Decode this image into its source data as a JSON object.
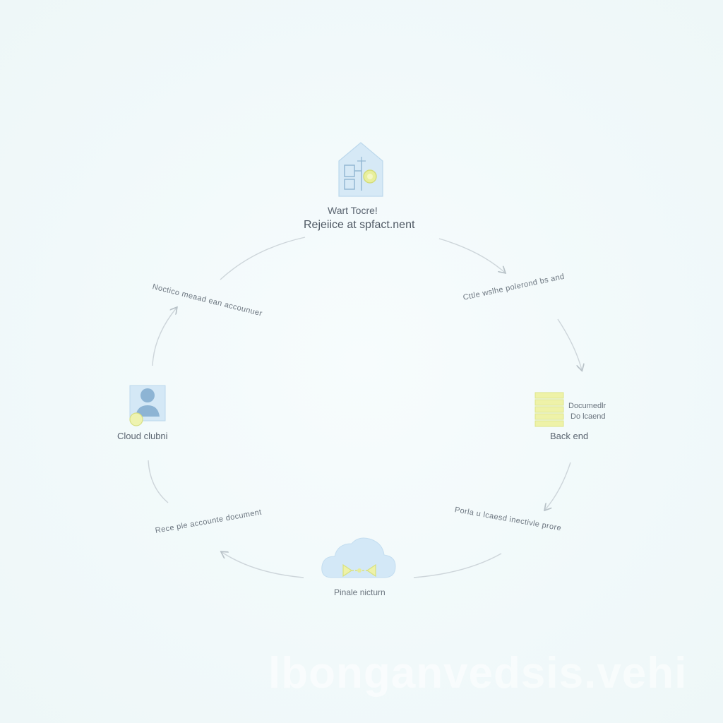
{
  "nodes": {
    "top": {
      "title": "Wart Tocre!",
      "subtitle": "Rejeiice at spfact.nent"
    },
    "left": {
      "title": "Cloud clubni"
    },
    "right": {
      "title": "Back end",
      "note_line1": "Documedlr",
      "note_line2": "Do lcaend"
    },
    "bottom": {
      "title": "Pinale nicturn"
    }
  },
  "edges": {
    "top_right": "Cttle wslhe polerond bs and",
    "right_bottom": "Porla u lcaesd inectivle prore",
    "bottom_left": "Rece ple accounte document",
    "left_top": "Noctico meaad ean accounuer"
  },
  "watermark": "lbonganvedsis.vehi",
  "colors": {
    "background": "#f3fafb",
    "connector": "#c9d1d6",
    "icon_blue": "#cfe4f3",
    "icon_blue_dark": "#9fc2dc",
    "icon_yellow": "#e6ec9a",
    "text": "#56606a"
  }
}
